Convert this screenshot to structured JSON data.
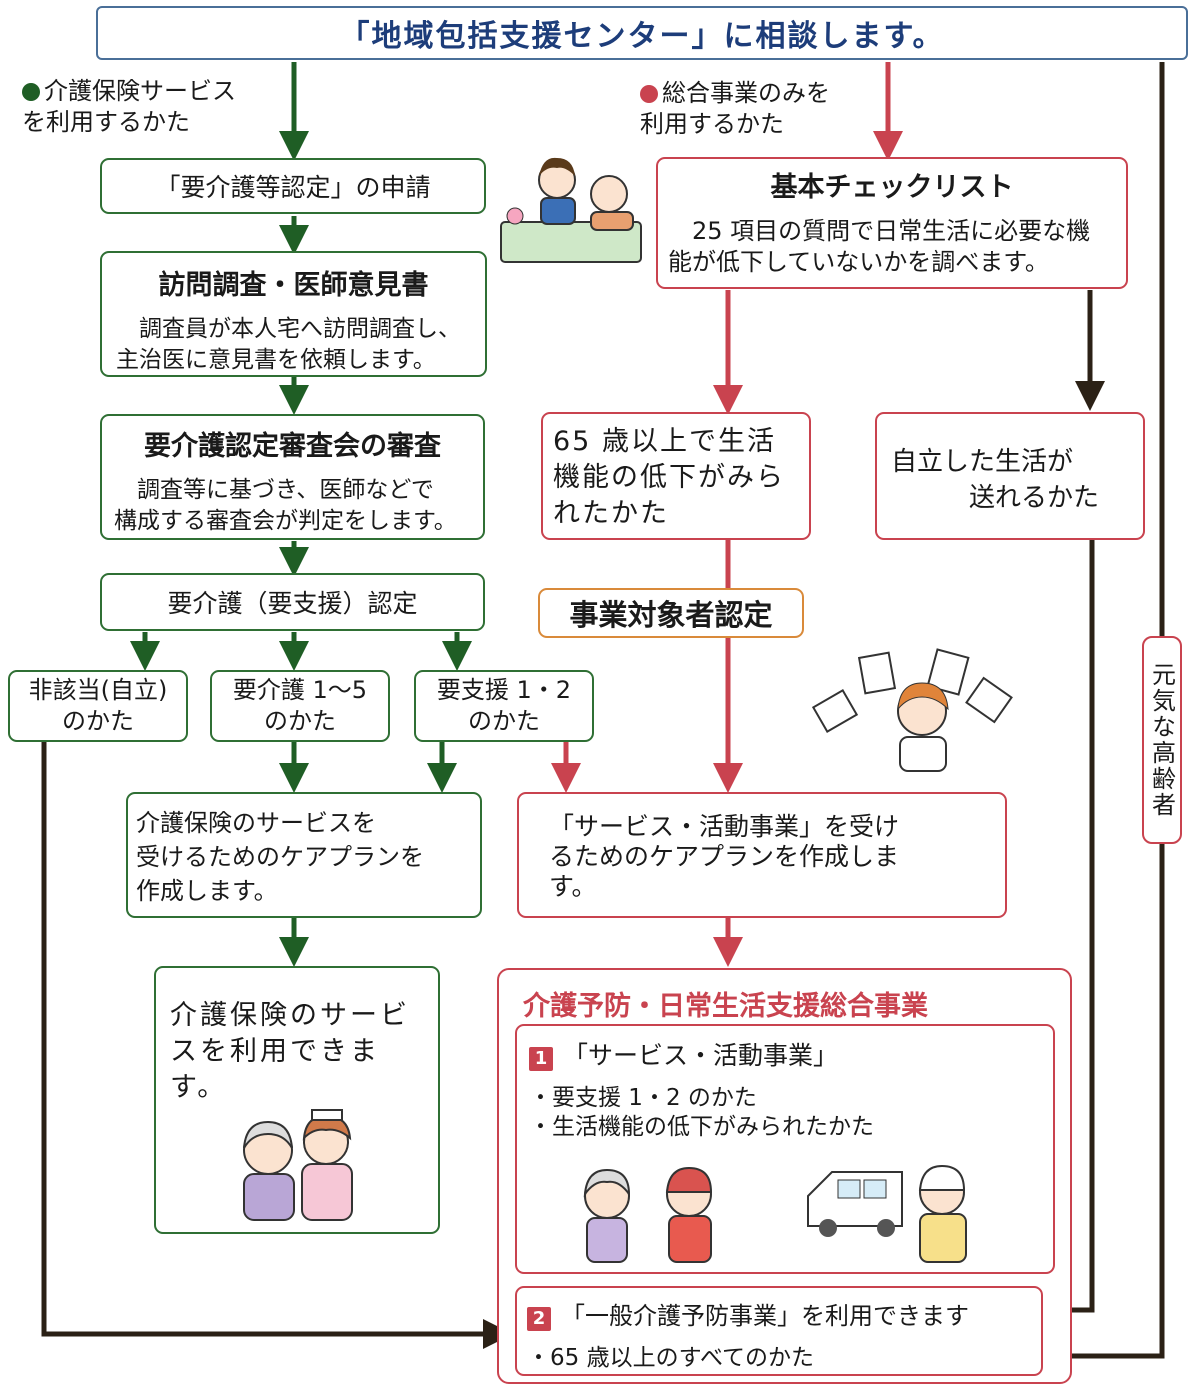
{
  "title": "「地域包括支援センター」に相談します。",
  "left_label": "介護保険サービス\nを利用するかた",
  "right_label": "総合事業のみを\n利用するかた",
  "application": "「要介護等認定」の申請",
  "visit": {
    "title": "訪問調査・医師意見書",
    "text": "　調査員が本人宅へ訪問調査し、\n主治医に意見書を依頼します。"
  },
  "review": {
    "title": "要介護認定審査会の審査",
    "text": "　調査等に基づき、医師などで\n構成する審査会が判定をします。"
  },
  "certification": "要介護（要支援）認定",
  "non_applicable": "非該当(自立)\nのかた",
  "care_1_5": "要介護 1～5\nのかた",
  "support_1_2": "要支援 1・2\nのかた",
  "care_plan": "介護保険のサービスを\n受けるためのケアプランを\n作成します。",
  "service_available": "介護保険のサービ\nスを利用できま\nす。",
  "checklist": {
    "title": "基本チェックリスト",
    "text": "　25 項目の質問で日常生活に必要な機\n能が低下していないかを調べます。"
  },
  "decline": "65 歳以上で生活\n機能の低下がみら\nれたかた",
  "independent": "自立した生活が\n　　　送れるかた",
  "business_target": "事業対象者認定",
  "service_plan": "「サービス・活動事業」を受け\nるためのケアプランを作成しま\nす。",
  "comprehensive": {
    "title": "介護予防・日常生活支援総合事業",
    "item1": {
      "num": "1",
      "title": "「サービス・活動事業」",
      "bullets": "・要支援 1・2 のかた\n・生活機能の低下がみられたかた"
    },
    "item2": {
      "num": "2",
      "title": "「一般介護予防事業」を利用できます",
      "bullets": "・65 歳以上のすべてのかた"
    }
  },
  "healthy_elderly": "元気な高齢者",
  "colors": {
    "green": "#1f5e25",
    "red": "#c9434f",
    "dark": "#3a2a1a"
  }
}
